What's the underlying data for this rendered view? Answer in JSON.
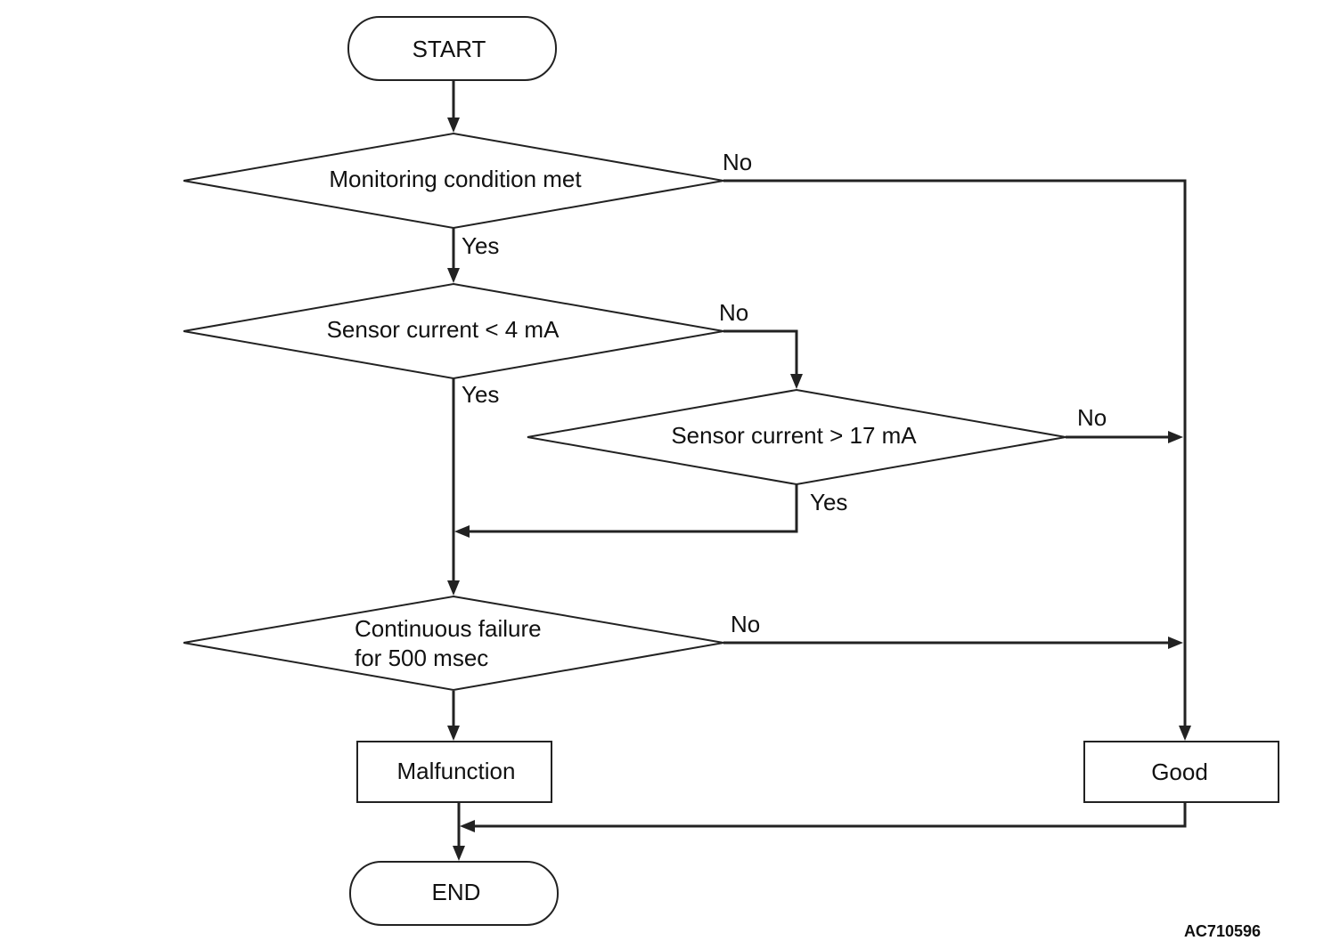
{
  "diagram": {
    "nodes": {
      "start": "START",
      "monitoring": "Monitoring condition met",
      "below_4ma": "Sensor current < 4 mA",
      "above_17ma": "Sensor current > 17 mA",
      "continuous_line1": "Continuous failure",
      "continuous_line2": "for 500 msec",
      "malfunction": "Malfunction",
      "good": "Good",
      "end": "END"
    },
    "edge_labels": {
      "monitoring_no": "No",
      "monitoring_yes": "Yes",
      "below_4ma_no": "No",
      "below_4ma_yes": "Yes",
      "above_17ma_no": "No",
      "above_17ma_yes": "Yes",
      "continuous_no": "No"
    },
    "figure_id": "AC710596"
  }
}
